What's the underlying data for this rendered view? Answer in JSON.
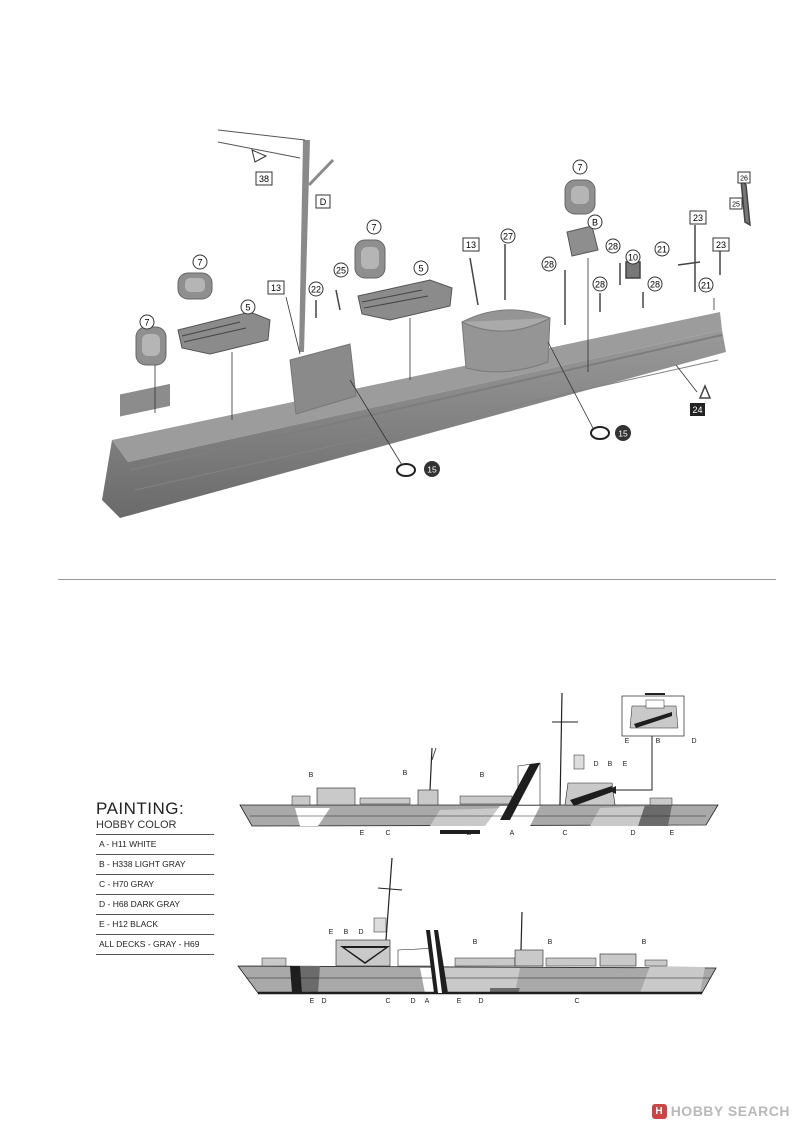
{
  "callouts": {
    "n7": "7",
    "n5": "5",
    "n13": "13",
    "n22": "22",
    "n25": "25",
    "n27": "27",
    "n28": "28",
    "n10": "10",
    "n21": "21",
    "n23": "23",
    "n26": "26",
    "n24": "24",
    "n15": "15",
    "n38": "38",
    "D": "D",
    "B": "B"
  },
  "paint_letters": {
    "A": "A",
    "B": "B",
    "C": "C",
    "D": "D",
    "E": "E"
  },
  "legend": {
    "title": "PAINTING:",
    "subtitle": "HOBBY COLOR",
    "rows": [
      "A - H11   WHITE",
      "B - H338 LIGHT GRAY",
      "C - H70   GRAY",
      "D - H68   DARK GRAY",
      "E - H12   BLACK",
      "ALL DECKS - GRAY - H69"
    ]
  },
  "watermark": {
    "text": "HOBBY SEARCH",
    "logo": "H"
  },
  "colors": {
    "hull": "#8d8d8d",
    "hull_dark": "#6f6f6f",
    "white": "#ffffff",
    "light_gray": "#c9c9c9",
    "gray": "#a9a9a9",
    "dark_gray": "#6b6b6b",
    "black": "#1e1e1e"
  }
}
